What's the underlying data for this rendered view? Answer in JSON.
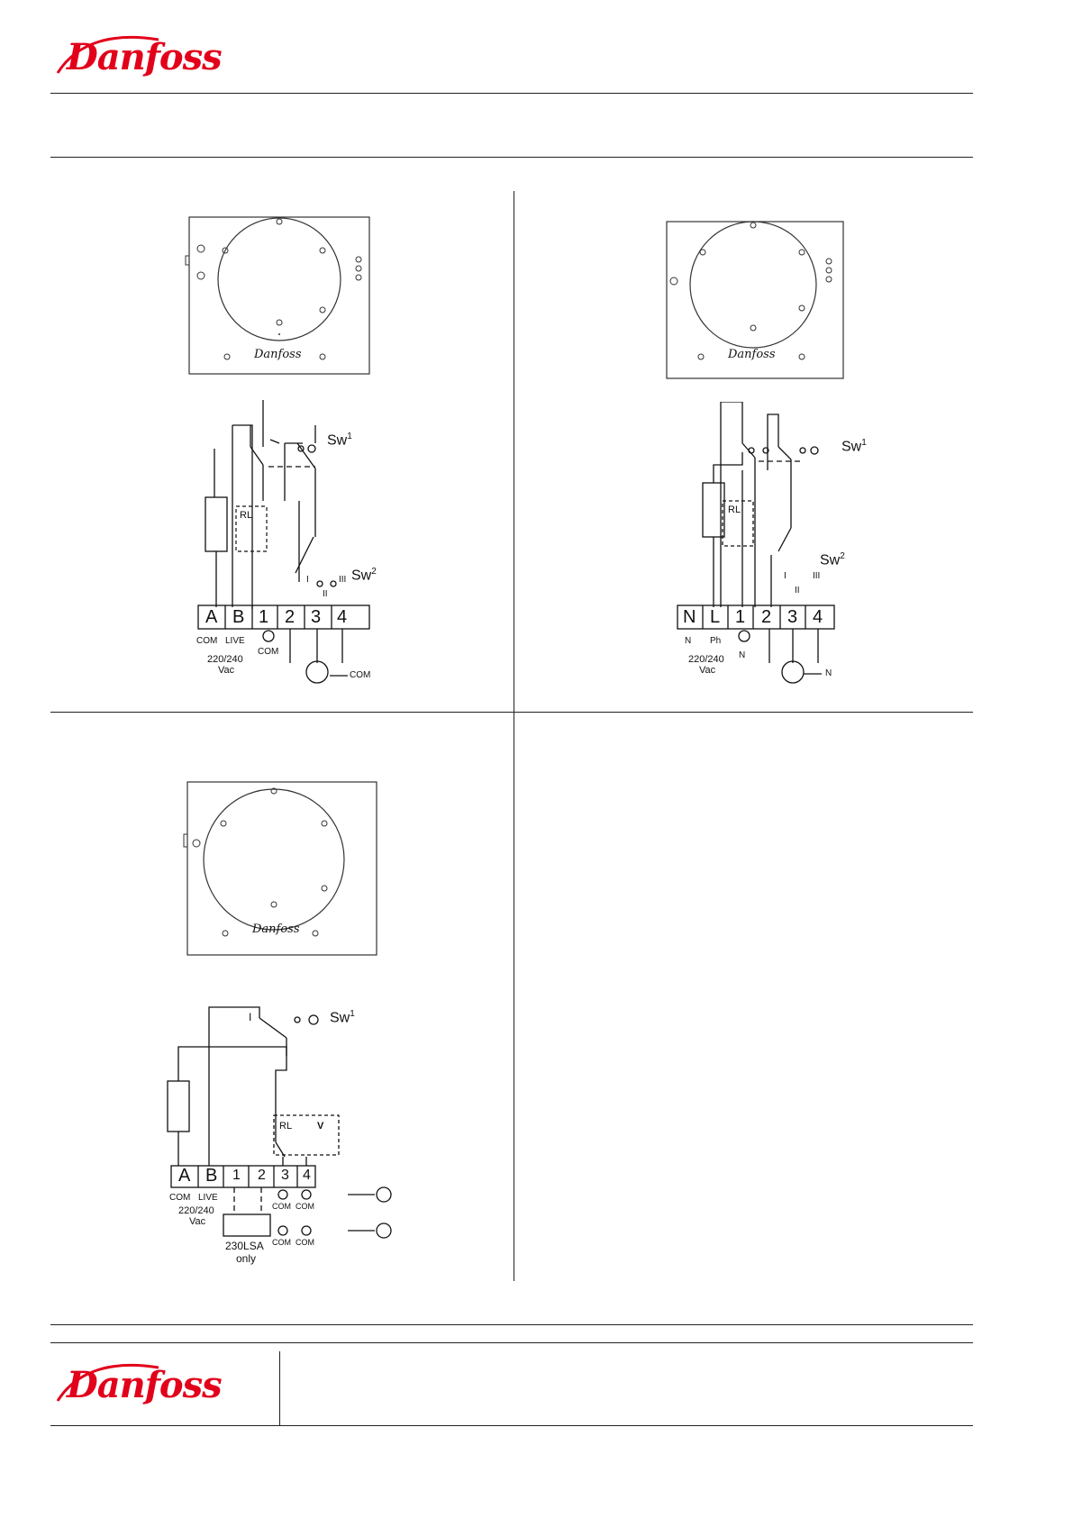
{
  "brand": {
    "name": "Danfoss",
    "color": "#e2001a"
  },
  "panel_a": {
    "terminals": [
      "A",
      "B",
      "1",
      "2",
      "3",
      "4"
    ],
    "under_labels": [
      "COM",
      "LIVE",
      "COM",
      "COM"
    ],
    "supply": [
      "220/240",
      "Vac"
    ],
    "switch_labels": [
      "Sw",
      "1",
      "Sw",
      "2"
    ],
    "speed_labels": [
      "I",
      "II",
      "III"
    ],
    "relay": "RL"
  },
  "panel_b": {
    "terminals": [
      "N",
      "L",
      "1",
      "2",
      "3",
      "4"
    ],
    "under_labels": [
      "N",
      "Ph",
      "N",
      "N"
    ],
    "supply": [
      "220/240",
      "Vac"
    ],
    "switch_labels": [
      "Sw",
      "1",
      "Sw",
      "2"
    ],
    "speed_labels": [
      "I",
      "II",
      "III"
    ],
    "relay": "RL"
  },
  "panel_c": {
    "terminals": [
      "A",
      "B",
      "1",
      "2",
      "3",
      "4"
    ],
    "under_labels": [
      "COM",
      "LIVE"
    ],
    "supply": [
      "220/240",
      "Vac"
    ],
    "option": [
      "230LSA",
      "only"
    ],
    "switch_labels": [
      "Sw",
      "1"
    ],
    "com": "COM",
    "relay": "RL",
    "valve": "V",
    "speed": "I"
  }
}
